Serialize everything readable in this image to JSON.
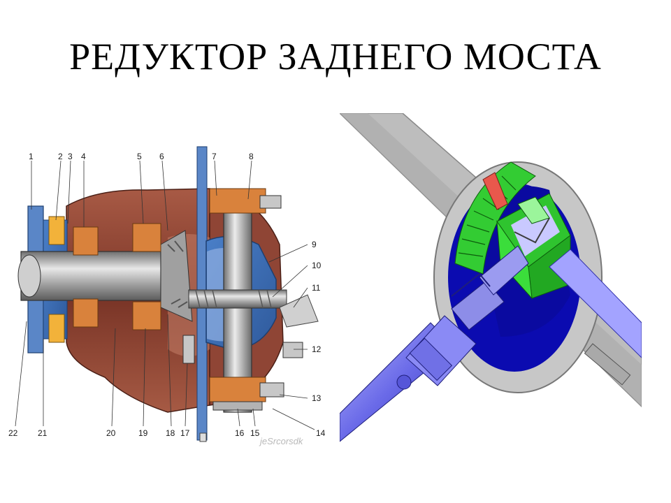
{
  "slide": {
    "title": "РЕДУКТОР ЗАДНЕГО МОСТА"
  },
  "cross_section": {
    "callouts_top": [
      "1",
      "2",
      "3",
      "4",
      "5",
      "6",
      "7",
      "8"
    ],
    "callouts_right": [
      "9",
      "10",
      "11",
      "12",
      "13",
      "14"
    ],
    "callouts_bottom": [
      "22",
      "21",
      "20",
      "19",
      "18",
      "17",
      "16",
      "15"
    ],
    "watermark": "jeSrcorsdk"
  },
  "cutaway": {},
  "colors": {
    "casing_brown": "#8a3f30",
    "bearing_orange": "#d9823c",
    "housing_blue": "#3d6fb8",
    "shaft_gray": "#a9a9a9",
    "gear_green": "#33cc33",
    "axle_gray": "#bdbdbd",
    "driveshaft_blue": "#6a6ae8"
  }
}
